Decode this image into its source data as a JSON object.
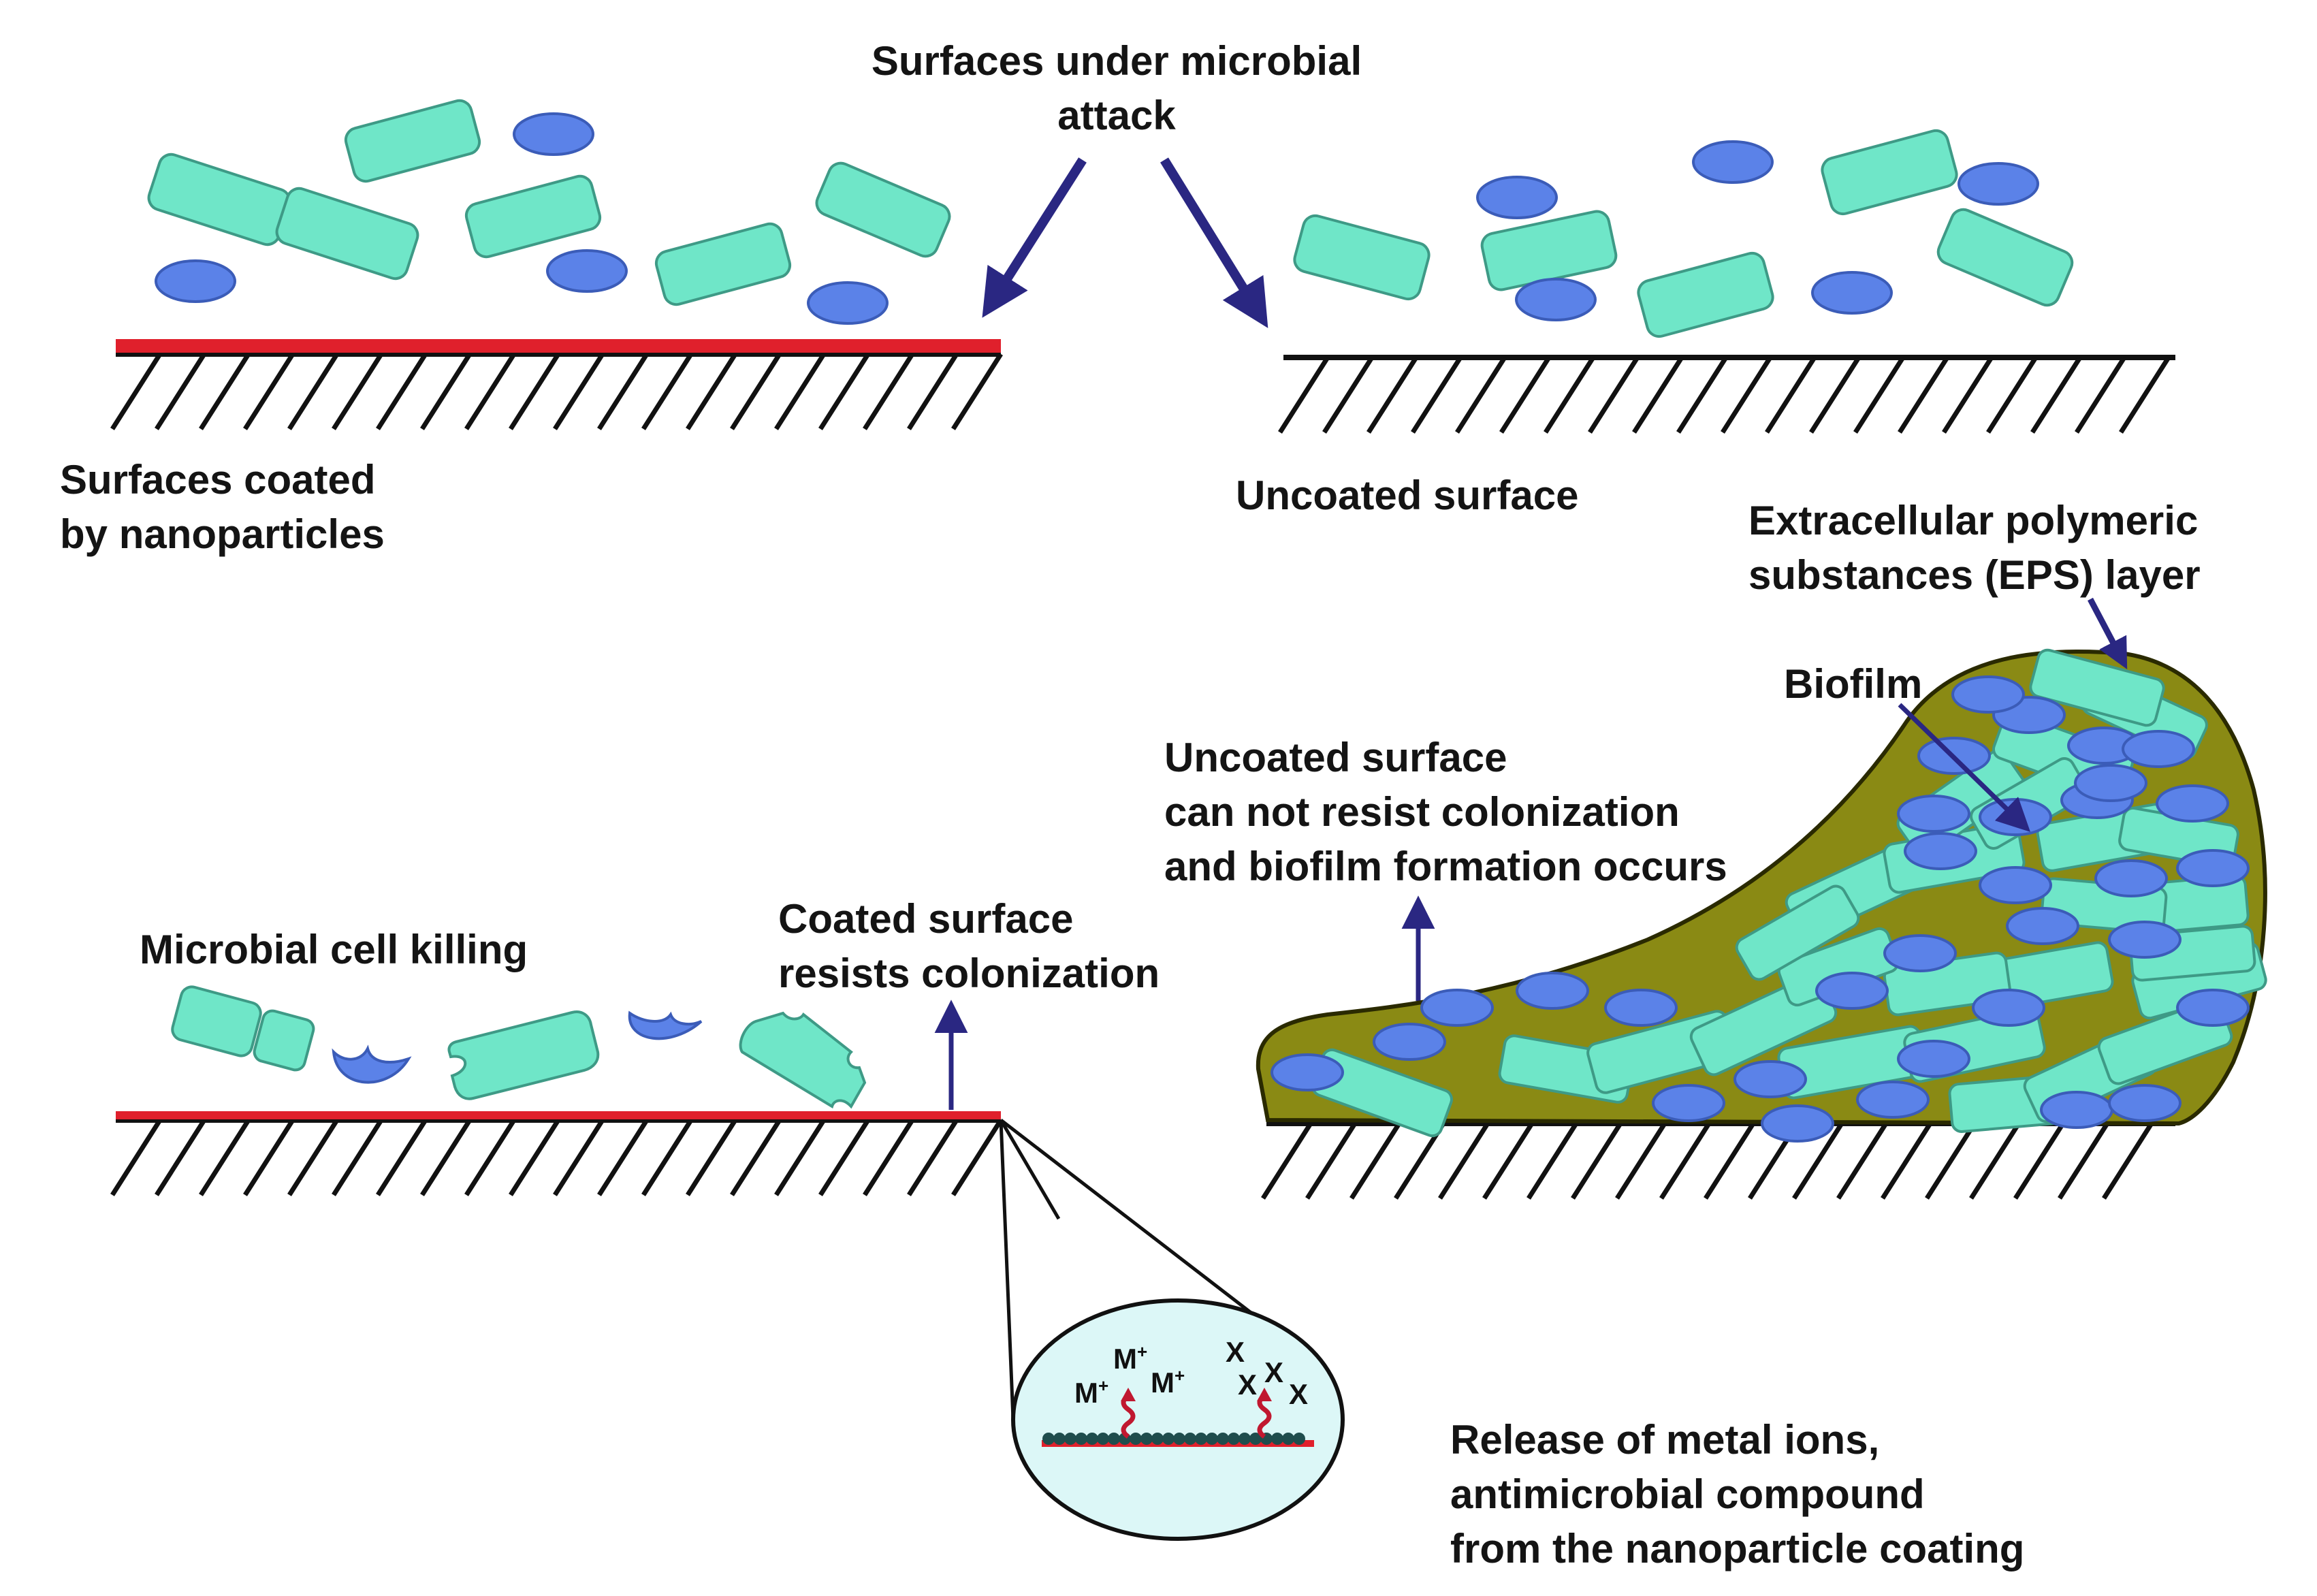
{
  "labels": {
    "top_center": [
      "Surfaces under microbial",
      "attack"
    ],
    "coated_surface": [
      "Surfaces coated",
      "by nanoparticles"
    ],
    "uncoated_surface": "Uncoated surface",
    "eps_layer": [
      "Extracellular polymeric",
      "substances (EPS) layer"
    ],
    "biofilm": "Biofilm",
    "uncoated_result": [
      "Uncoated surface",
      "can not resist colonization",
      "and biofilm formation occurs"
    ],
    "cell_killing": "Microbial cell killing",
    "coated_result": [
      "Coated surface",
      "resists colonization"
    ],
    "release": [
      "Release of metal ions,",
      "antimicrobial compound",
      "from the nanoparticle coating"
    ]
  },
  "inset": {
    "metal_ion_symbol": "M",
    "metal_ion_charge": "+",
    "compound_symbol": "X"
  },
  "colors": {
    "rod_cell": "#6fe6c8",
    "cocci_cell": "#5b82e8",
    "coating": "#e0202c",
    "arrow": "#2a2782",
    "eps_matrix": "#8a8a14",
    "inset_background": "#dcf7f7",
    "substrate": "#111111"
  }
}
